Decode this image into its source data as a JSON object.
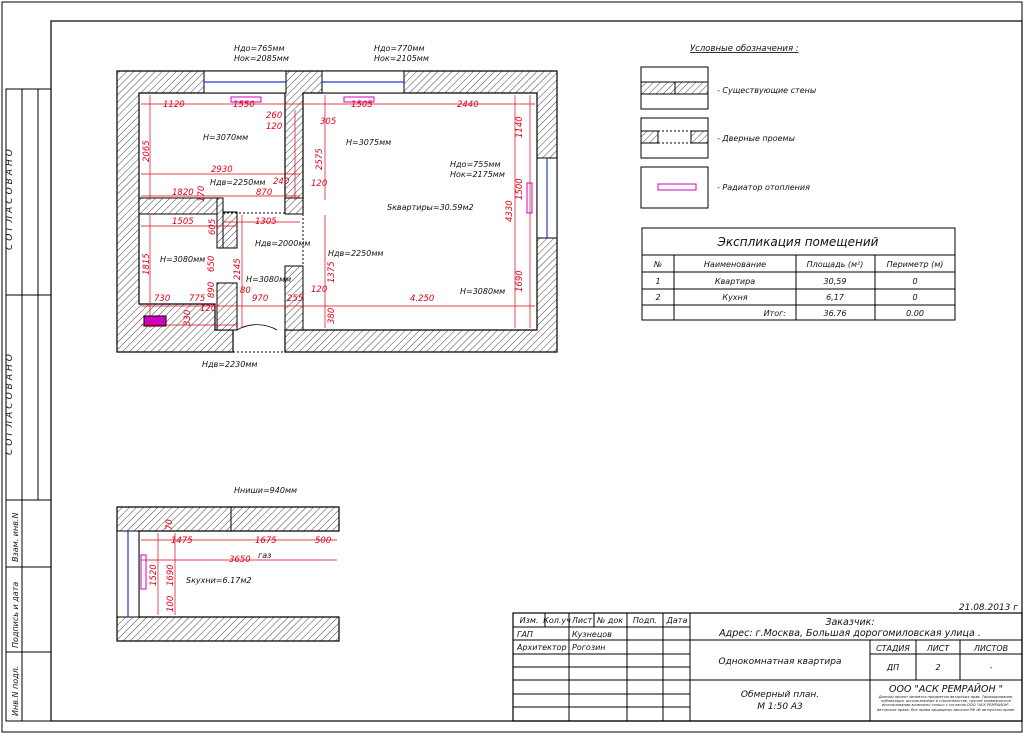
{
  "side_stamp": {
    "approved_1": "СОГЛАСОВАНО",
    "approved_2": "СОГЛАСОВАНО",
    "inv_no": "Взам. инв.N",
    "sign_date": "Подпись и дата",
    "inv_orig": "Инв.N подл."
  },
  "legend": {
    "title": "Условные обозначения :",
    "walls": "- Существующие стены",
    "doors": "- Дверные проемы",
    "radiator": "- Радиатор отопления"
  },
  "explication": {
    "title": "Экспликация помещений",
    "headers": [
      "№",
      "Наименование",
      "Площадь (м²)",
      "Периметр (м)"
    ],
    "rows": [
      [
        "1",
        "Квартира",
        "30,59",
        "0"
      ],
      [
        "2",
        "Кухня",
        "6,17",
        "0"
      ],
      [
        "",
        "Итог:",
        "36.76",
        "0.00"
      ]
    ]
  },
  "plan": {
    "windows": [
      {
        "a": "Ндо=765мм",
        "b": "Нок=2085мм"
      },
      {
        "a": "Ндо=770мм",
        "b": "Нок=2105мм"
      },
      {
        "a": "Ндо=755мм",
        "b": "Нок=2175мм"
      }
    ],
    "heights": [
      "H=3070мм",
      "H=3075мм",
      "H=3080мм",
      "H=3080мм",
      "H=3080мм"
    ],
    "doors": [
      "Ндв=2250мм",
      "Ндв=2000мм",
      "Ндв=2250мм",
      "Ндв=2230мм"
    ],
    "area": "Sквартиры=30.59м2",
    "dims": [
      "1120",
      "1550",
      "1505",
      "2440",
      "260",
      "120",
      "305",
      "1140",
      "2065",
      "2575",
      "2930",
      "1820",
      "170",
      "240",
      "870",
      "120",
      "1500",
      "4330",
      "1505",
      "605",
      "1305",
      "1815",
      "650",
      "1375",
      "2145",
      "890",
      "80",
      "970",
      "255",
      "120",
      "4.250",
      "1690",
      "730",
      "775",
      "330",
      "120",
      "380"
    ]
  },
  "kitchen": {
    "niche": "Нниши=940мм",
    "area": "Sкухни=6.17м2",
    "gas": "газ",
    "dims": [
      "70",
      "1475",
      "1675",
      "500",
      "3650",
      "1520",
      "1690",
      "100"
    ]
  },
  "title_block": {
    "date": "21.08.2013 г",
    "cols": [
      "Изм.",
      "Кол.уч",
      "Лист",
      "№ док",
      "Подп.",
      "Дата"
    ],
    "roles": [
      {
        "role": "ГАП",
        "name": "Кузнецов"
      },
      {
        "role": "Архитектор",
        "name": "Рогозин"
      }
    ],
    "customer": "Заказчик:",
    "address": "Адрес: г.Москва, Большая дорогомиловская улица .",
    "project": "Однокомнатная квартира",
    "sheet_title_1": "Обмерный план.",
    "sheet_title_2": "М 1:50 А3",
    "stage_h": "СТАДИЯ",
    "sheet_h": "ЛИСТ",
    "sheets_h": "ЛИСТОВ",
    "stage": "ДП",
    "sheet": "2",
    "sheets": "-",
    "company": "ООО \"АСК РЕМРАЙОН \"",
    "note": "Данный проект является предметом авторских прав. Тиражирование, публикация, использование в строительстве, прочее коммерческое использование возможно только с согласия ООО \"АСК РЕМРАЙОН\". Авторское право. Все права защищены законом РФ об авторском праве."
  }
}
